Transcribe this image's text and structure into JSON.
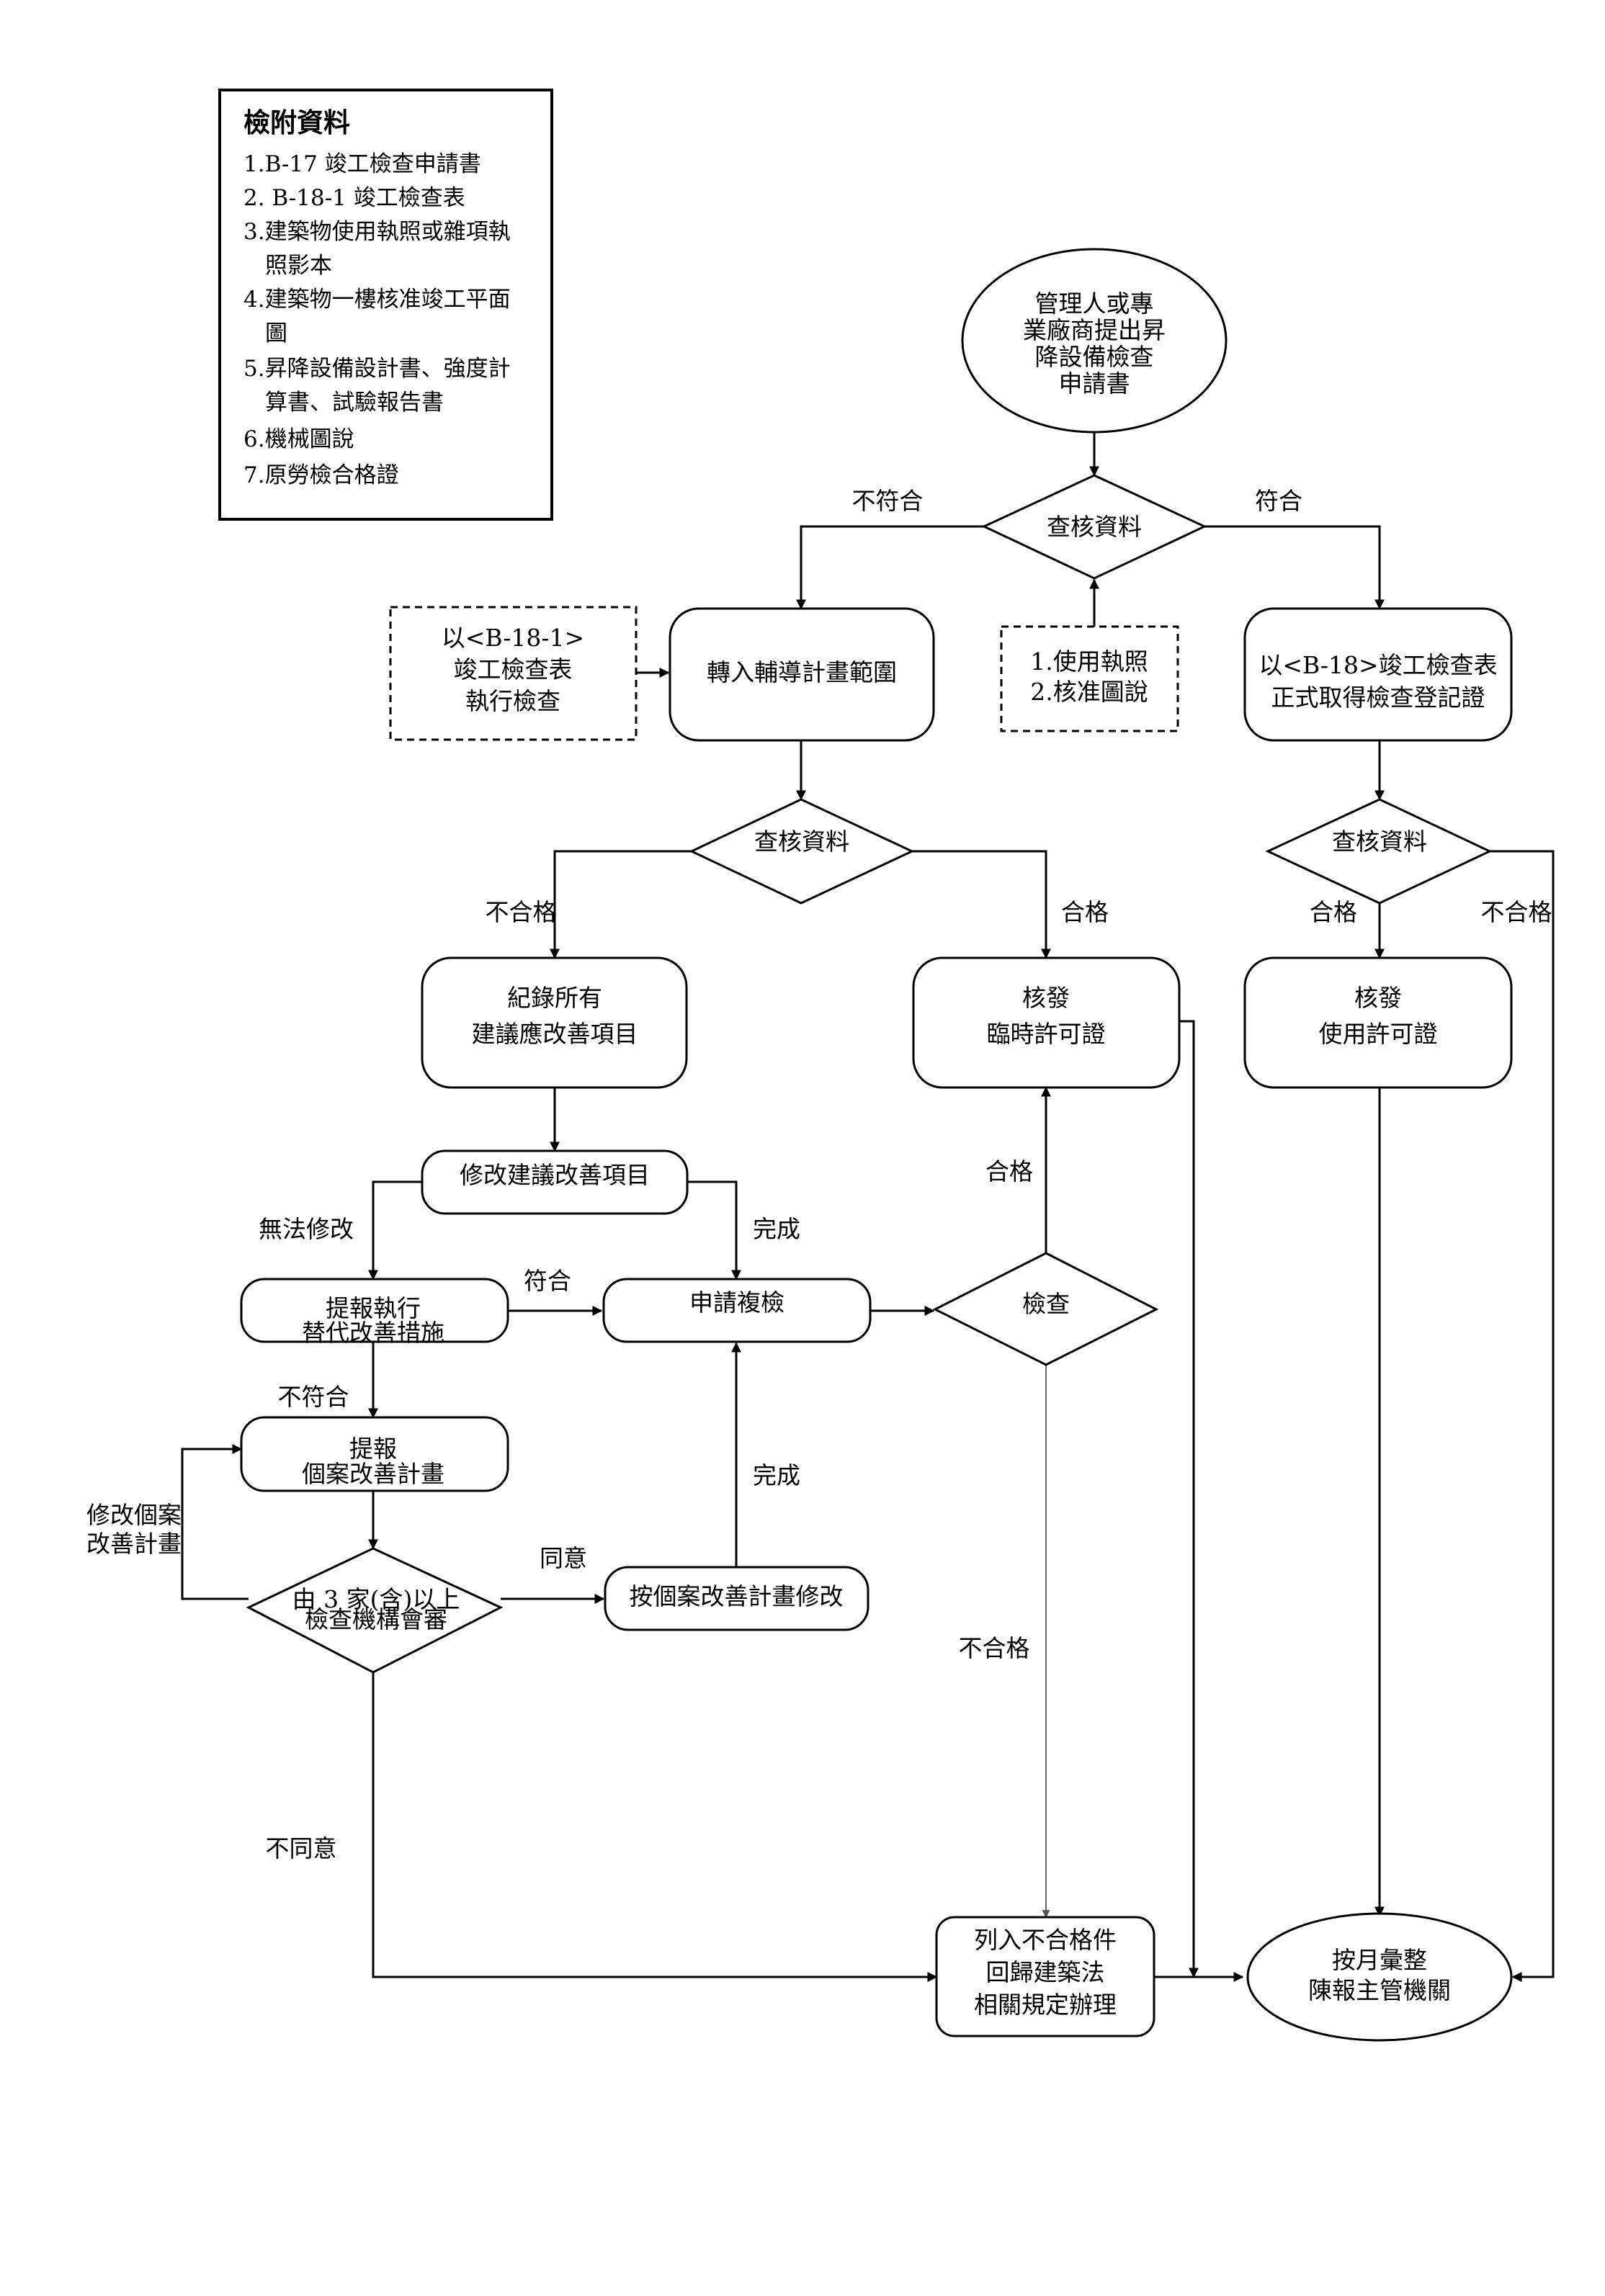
{
  "attachments": {
    "title": "檢附資料",
    "lines": [
      "1.B-17 竣工檢查申請書",
      "2.  B-18-1 竣工檢查表",
      "3.建築物使用執照或雜項執",
      "照影本",
      "4.建築物一樓核准竣工平面",
      "圖",
      "5.昇降設備設計書、強度計",
      "算書、試驗報告書",
      "6.機械圖說",
      "7.原勞檢合格證"
    ]
  },
  "nodes": {
    "start": [
      "管理人或專",
      "業廠商提出昇",
      "降設備檢查",
      "申請書"
    ],
    "check_top": [
      "查核資料"
    ],
    "note_license": [
      "1.使用執照",
      "2.核准圖說"
    ],
    "note_b181": [
      "以<B-18-1>",
      "竣工檢查表",
      "執行檢查"
    ],
    "guidance": [
      "轉入輔導計畫範圍"
    ],
    "formal_b18": [
      "以<B-18>竣工檢查表",
      "正式取得檢查登記證"
    ],
    "check_mid": [
      "查核資料"
    ],
    "check_right": [
      "查核資料"
    ],
    "record_items": [
      "紀錄所有",
      "建議應改善項目"
    ],
    "temp_permit": [
      "核發",
      "臨時許可證"
    ],
    "use_permit": [
      "核發",
      "使用許可證"
    ],
    "modify_items": [
      "修改建議改善項目"
    ],
    "alt_measures": [
      "提報執行",
      "替代改善措施"
    ],
    "apply_recheck": [
      "申請複檢"
    ],
    "inspect": [
      "檢查"
    ],
    "case_plan": [
      "提報",
      "個案改善計畫"
    ],
    "review": [
      "由 3 家(含)以上",
      "檢查機構會審"
    ],
    "modify_by_plan": [
      "按個案改善計畫修改"
    ],
    "nonconform_list": [
      "列入不合格件",
      "回歸建築法",
      "相關規定辦理"
    ],
    "monthly_report": [
      "按月彙整",
      "陳報主管機關"
    ]
  },
  "edge_labels": {
    "nonconform_left": "不符合",
    "conform_right": "符合",
    "fail_mid": "不合格",
    "pass_mid": "合格",
    "pass_right": "合格",
    "fail_right": "不合格",
    "cannot_modify": "無法修改",
    "done_modify": "完成",
    "conform_alt": "符合",
    "pass_inspect": "合格",
    "nonconform_alt": "不符合",
    "done_plan": "完成",
    "modify_case_plan": [
      "修改個案",
      "改善計畫"
    ],
    "agree": "同意",
    "fail_inspect": "不合格",
    "disagree": "不同意"
  }
}
